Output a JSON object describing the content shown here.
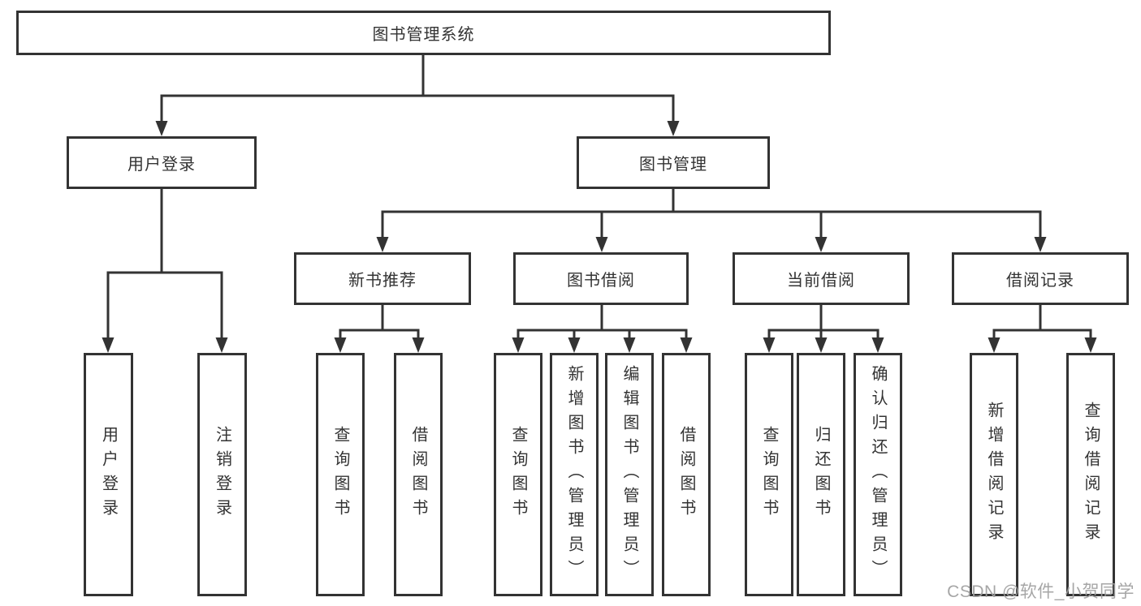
{
  "diagram": {
    "title_node": "图书管理系统",
    "nodes": {
      "user_login": "用户登录",
      "book_management": "图书管理",
      "new_book_recommend": "新书推荐",
      "book_borrowing": "图书借阅",
      "current_borrowing": "当前借阅",
      "borrowing_records": "借阅记录"
    },
    "leaves": {
      "user_login": [
        "用户登录",
        "注销登录"
      ],
      "new_book_recommend": [
        "查询图书",
        "借阅图书"
      ],
      "book_borrowing": [
        "查询图书",
        "新增图书（管理员）",
        "编辑图书（管理员）",
        "借阅图书"
      ],
      "current_borrowing": [
        "查询图书",
        "归还图书",
        "确认归还（管理员）"
      ],
      "borrowing_records": [
        "新增借阅记录",
        "查询借阅记录"
      ]
    },
    "colors": {
      "line": "#333333",
      "box_border": "#333333",
      "text": "#333333",
      "background": "#ffffff",
      "watermark": "#9e9e9e"
    }
  },
  "watermark": {
    "text": "CSDN @软件_小贺同学"
  }
}
